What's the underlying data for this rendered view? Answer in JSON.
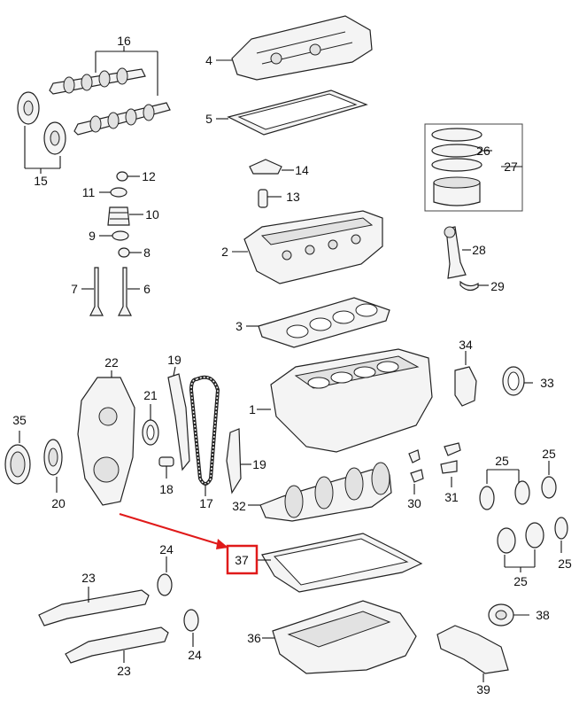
{
  "diagram": {
    "labels": {
      "l1": "1",
      "l2": "2",
      "l3": "3",
      "l4": "4",
      "l5": "5",
      "l6": "6",
      "l7": "7",
      "l8": "8",
      "l9": "9",
      "l10": "10",
      "l11": "11",
      "l12": "12",
      "l13": "13",
      "l14": "14",
      "l15": "15",
      "l16": "16",
      "l17": "17",
      "l18": "18",
      "l19a": "19",
      "l19b": "19",
      "l20": "20",
      "l21": "21",
      "l22": "22",
      "l23a": "23",
      "l23b": "23",
      "l24a": "24",
      "l24b": "24",
      "l25a": "25",
      "l25b": "25",
      "l25c": "25",
      "l25d": "25",
      "l26": "26",
      "l27": "27",
      "l28": "28",
      "l29": "29",
      "l30": "30",
      "l31": "31",
      "l32": "32",
      "l33": "33",
      "l34": "34",
      "l35": "35",
      "l36": "36",
      "l37": "37",
      "l38": "38",
      "l39": "39"
    },
    "highlight": {
      "label": "37",
      "color": "#e01a1a"
    }
  }
}
